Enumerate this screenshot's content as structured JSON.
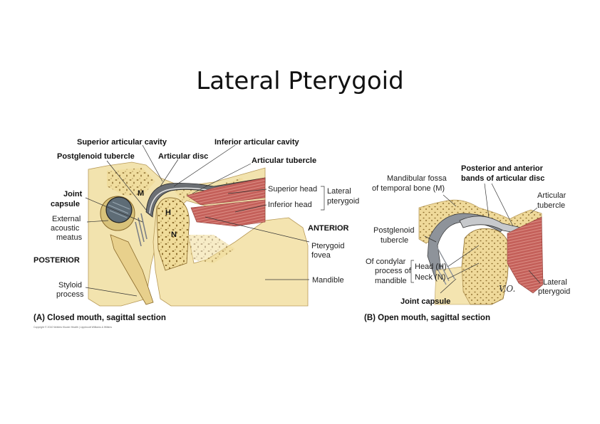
{
  "title": "Lateral Pterygoid",
  "figure_a": {
    "caption": "(A) Closed mouth, sagittal section",
    "copyright": "Copyright © 2010 Wolters Kluwer Health | Lippincott Williams & Wilkins",
    "labels": {
      "superior_articular_cavity": "Superior articular cavity",
      "inferior_articular_cavity": "Inferior articular cavity",
      "postglenoid_tubercle": "Postglenoid tubercle",
      "articular_disc": "Articular disc",
      "articular_tubercle": "Articular tubercle",
      "joint_capsule_1": "Joint",
      "joint_capsule_2": "capsule",
      "external_acoustic_1": "External",
      "external_acoustic_2": "acoustic",
      "external_acoustic_3": "meatus",
      "posterior": "POSTERIOR",
      "styloid_1": "Styloid",
      "styloid_2": "process",
      "superior_head": "Superior head",
      "inferior_head": "Inferior head",
      "lateral_pterygoid_1": "Lateral",
      "lateral_pterygoid_2": "pterygoid",
      "anterior": "ANTERIOR",
      "pterygoid_fovea_1": "Pterygoid",
      "pterygoid_fovea_2": "fovea",
      "mandible": "Mandible",
      "letter_m": "M",
      "letter_h": "H",
      "letter_n": "N"
    }
  },
  "figure_b": {
    "caption": "(B) Open mouth, sagittal section",
    "labels": {
      "posterior_anterior_bands_1": "Posterior and anterior",
      "posterior_anterior_bands_2": "bands of articular disc",
      "mandibular_fossa_1": "Mandibular fossa",
      "mandibular_fossa_2": "of temporal bone (M)",
      "articular_tubercle_1": "Articular",
      "articular_tubercle_2": "tubercle",
      "postglenoid_1": "Postglenoid",
      "postglenoid_2": "tubercle",
      "of_condylar_1": "Of condylar",
      "of_condylar_2": "process of",
      "of_condylar_3": "mandible",
      "head_h": "Head (H)",
      "neck_n": "Neck (N)",
      "joint_capsule": "Joint capsule",
      "lateral_1": "Lateral",
      "lateral_2": "pterygoid",
      "signature": "V.O."
    }
  }
}
